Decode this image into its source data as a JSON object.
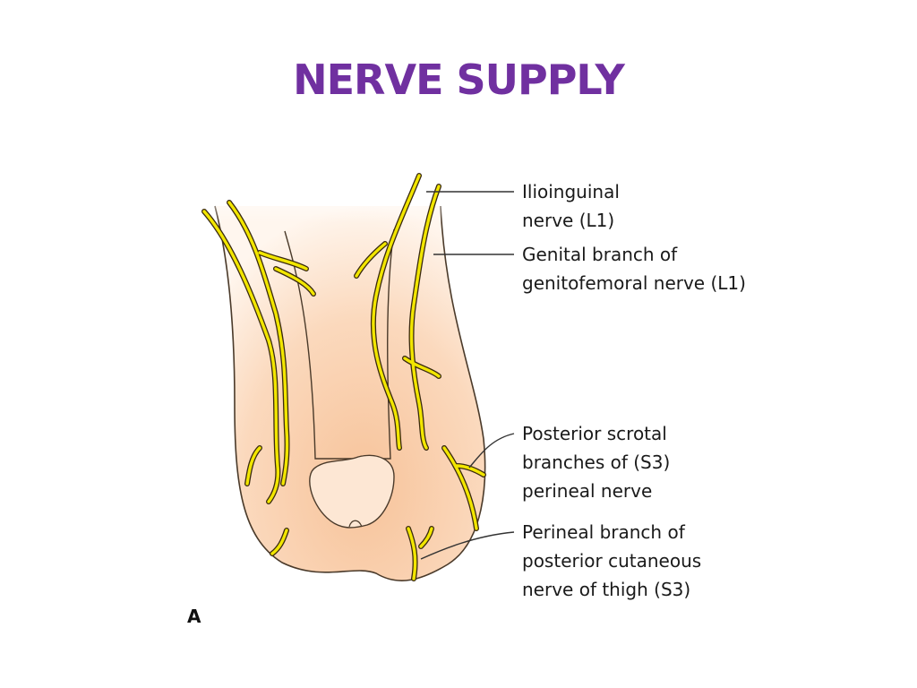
{
  "title": "NERVE SUPPLY",
  "panel_letter": "A",
  "labels": {
    "ilioinguinal": [
      "Ilioinguinal",
      "nerve (L1)"
    ],
    "genital_branch": [
      "Genital branch of",
      "genitofemoral nerve (L1)"
    ],
    "posterior_scrotal": [
      "Posterior scrotal",
      "branches of (S3)",
      "perineal nerve"
    ],
    "perineal_branch": [
      "Perineal branch of",
      "posterior cutaneous",
      "nerve of thigh (S3)"
    ]
  },
  "colors": {
    "title": "#7030a0",
    "skin": "#f6c9a3",
    "nerve": "#f2e600",
    "outline": "#3a2a1a"
  }
}
